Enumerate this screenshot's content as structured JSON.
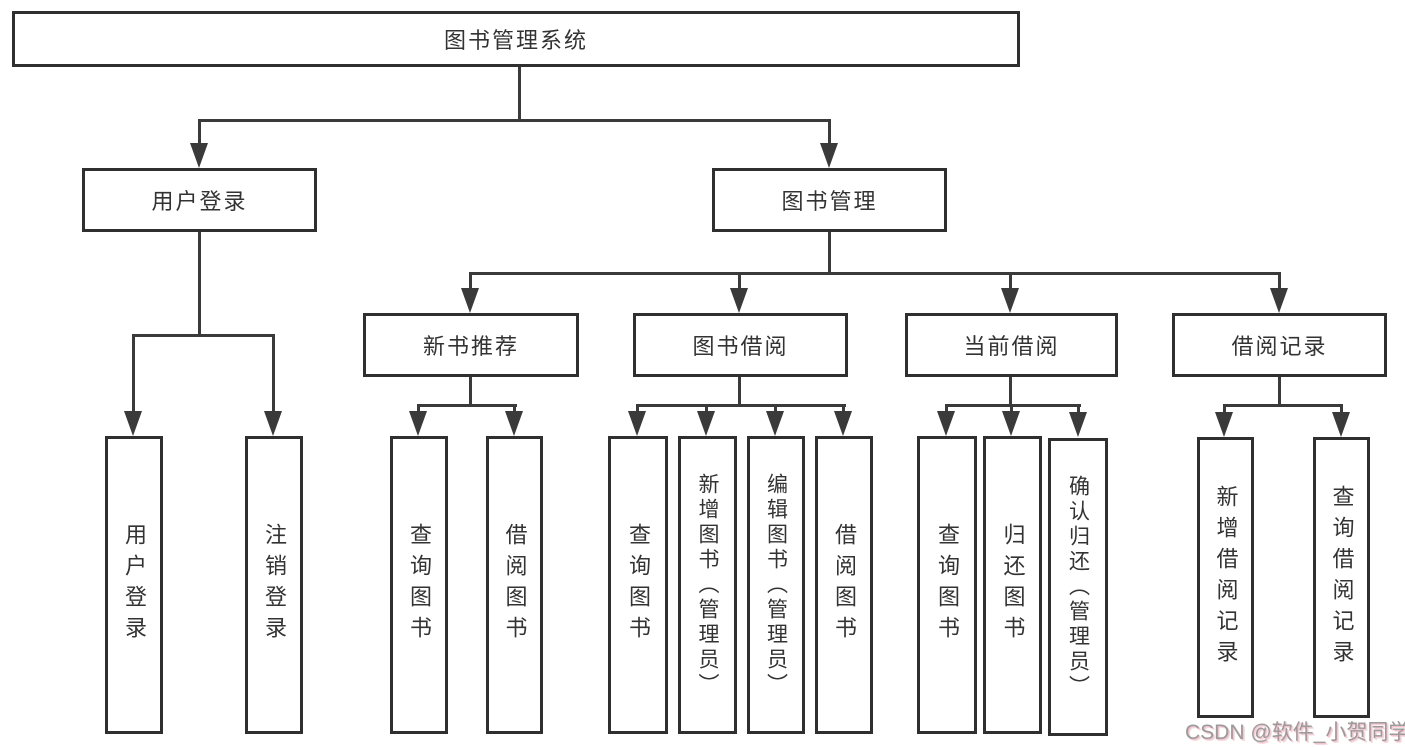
{
  "nodes": {
    "root": "图书管理系统",
    "login": "用户登录",
    "mgmt": "图书管理",
    "new_books": "新书推荐",
    "borrow": "图书借阅",
    "current": "当前借阅",
    "records": "借阅记录"
  },
  "leaves": {
    "login": [
      "用户登录",
      "注销登录"
    ],
    "new_books": [
      "查询图书",
      "借阅图书"
    ],
    "borrow": [
      "查询图书",
      "新增图书（管理员）",
      "编辑图书（管理员）",
      "借阅图书"
    ],
    "current": [
      "查询图书",
      "归还图书",
      "确认归还（管理员）"
    ],
    "records": [
      "新增借阅记录",
      "查询借阅记录"
    ]
  },
  "watermark": "CSDN @软件_小贺同学",
  "colors": {
    "line": "#3a3a3a",
    "box_border": "#2f2f2f",
    "text": "#333333",
    "watermark": "#9b9b9b",
    "watermark_shadow": "#f2c4cd"
  }
}
